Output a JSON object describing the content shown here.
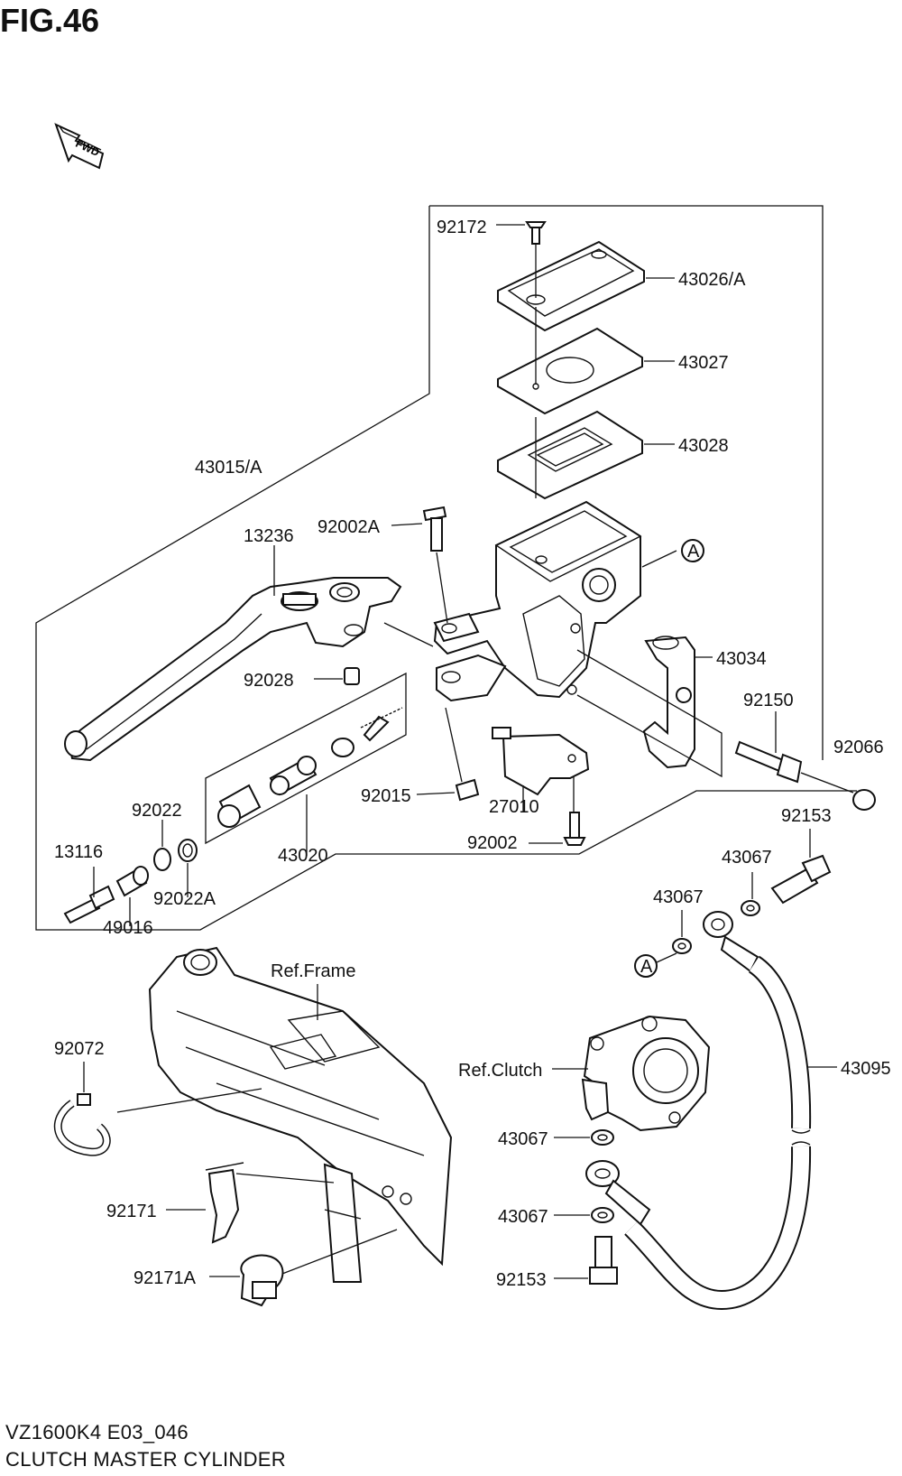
{
  "figure": {
    "title": "FIG.46",
    "fwd_label": "FWD",
    "model_code": "VZ1600K4 E03_046",
    "caption": "CLUTCH MASTER CYLINDER"
  },
  "part_labels": [
    "92172",
    "43026/A",
    "43027",
    "43028",
    "43015/A",
    "13236",
    "92002A",
    "43034",
    "92150",
    "92066",
    "92028",
    "92015",
    "27010",
    "92002",
    "92022",
    "13116",
    "43020",
    "92022A",
    "49016",
    "92153",
    "43067",
    "43067",
    "Ref.Frame",
    "92072",
    "Ref.Clutch",
    "43095",
    "43067",
    "43067",
    "92171",
    "92171A",
    "92153"
  ],
  "callouts": [
    "A",
    "A"
  ],
  "icons": {
    "fwd": "fwd-arrow-icon",
    "callout": "callout-circle-icon"
  }
}
